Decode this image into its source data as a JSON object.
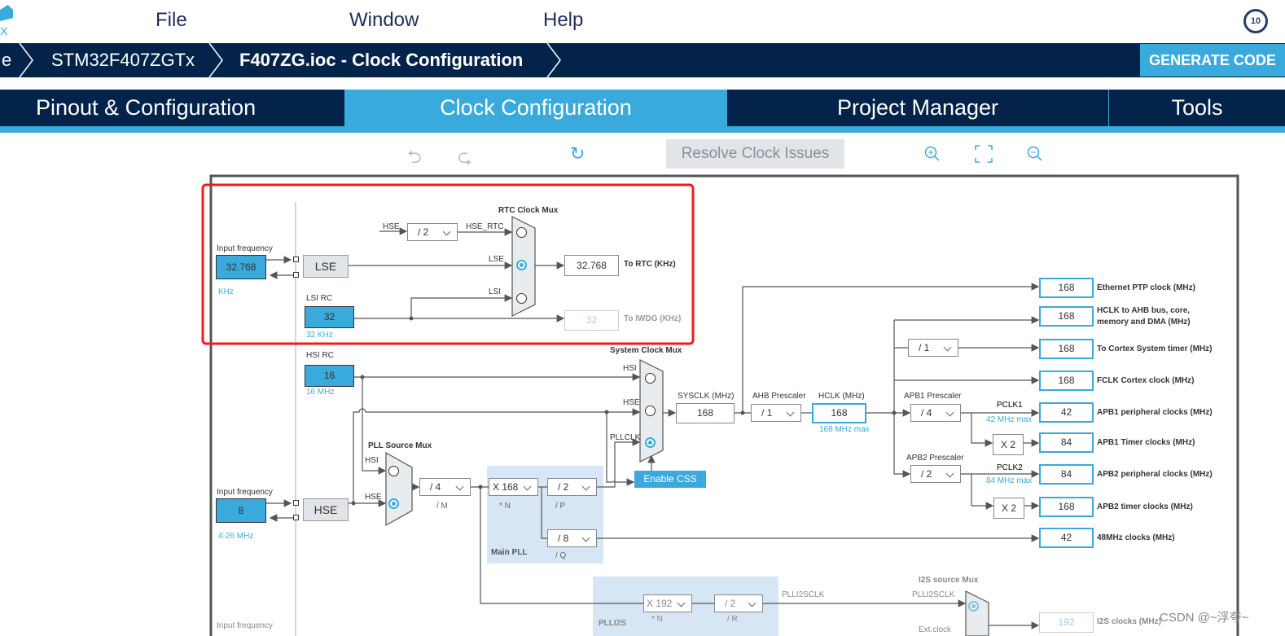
{
  "menu": {
    "file": "File",
    "window": "Window",
    "help": "Help",
    "logo_text": "X"
  },
  "breadcrumb": {
    "items": [
      "e",
      "STM32F407ZGTx",
      "F407ZG.ioc - Clock Configuration"
    ],
    "generate": "GENERATE CODE"
  },
  "tabs": [
    {
      "label": "Pinout & Configuration"
    },
    {
      "label": "Clock Configuration",
      "active": true
    },
    {
      "label": "Project Manager"
    },
    {
      "label": "Tools"
    }
  ],
  "toolbar": {
    "resolve": "Resolve Clock Issues",
    "icons": [
      "undo-icon",
      "redo-icon",
      "refresh-icon",
      "zoom-in-icon",
      "fit-icon",
      "zoom-out-icon"
    ]
  },
  "colors": {
    "navy": "#04234B",
    "accent": "#3AA9DC",
    "highlight": "#FF0000"
  },
  "lse": {
    "input_label": "Input frequency",
    "value": "32.768",
    "unit": "KHz",
    "name": "LSE"
  },
  "lsi": {
    "title": "LSI RC",
    "value": "32",
    "unit": "32 KHz"
  },
  "rtc": {
    "title": "RTC Clock Mux",
    "hse": "HSE",
    "div": "/ 2",
    "hse_rtc": "HSE_RTC",
    "lse": "LSE",
    "lsi": "LSI",
    "out": "32.768",
    "out_label": "To RTC (KHz)",
    "iwdg": "32",
    "iwdg_label": "To IWDG (KHz)"
  },
  "hsi": {
    "title": "HSI RC",
    "value": "16",
    "unit": "16 MHz"
  },
  "hse": {
    "input_label": "Input frequency",
    "value": "8",
    "range": "4-26 MHz",
    "name": "HSE"
  },
  "pll_src": {
    "title": "PLL Source Mux",
    "hsi": "HSI",
    "hse": "HSE"
  },
  "pll": {
    "m": "/ 4",
    "m_label": "/ M",
    "n": "X 168",
    "n_label": "* N",
    "p": "/ 2",
    "p_label": "/ P",
    "q": "/ 8",
    "q_label": "/ Q",
    "title": "Main PLL"
  },
  "sysmux": {
    "title": "System Clock Mux",
    "hsi": "HSI",
    "hse": "HSE",
    "pllclk": "PLLCLK",
    "css": "Enable CSS"
  },
  "sysclk": {
    "label": "SYSCLK (MHz)",
    "value": "168"
  },
  "ahb": {
    "label": "AHB Prescaler",
    "value": "/ 1"
  },
  "hclk": {
    "label": "HCLK (MHz)",
    "value": "168",
    "max": "168 MHz max"
  },
  "cortex_div": "/ 1",
  "apb1": {
    "label": "APB1 Prescaler",
    "value": "/ 4",
    "pclk": "PCLK1",
    "max": "42 MHz max",
    "x2": "X 2"
  },
  "apb2": {
    "label": "APB2 Prescaler",
    "value": "/ 2",
    "pclk": "PCLK2",
    "max": "84 MHz max",
    "x2": "X 2"
  },
  "outputs": [
    {
      "value": "168",
      "label": "Ethernet PTP clock (MHz)"
    },
    {
      "value": "168",
      "label": "HCLK to AHB bus, core, memory and DMA (MHz)"
    },
    {
      "value": "168",
      "label": "To Cortex System timer (MHz)"
    },
    {
      "value": "168",
      "label": "FCLK Cortex clock (MHz)"
    },
    {
      "value": "42",
      "label": "APB1 peripheral clocks (MHz)"
    },
    {
      "value": "84",
      "label": "APB1 Timer clocks (MHz)"
    },
    {
      "value": "84",
      "label": "APB2 peripheral clocks (MHz)"
    },
    {
      "value": "168",
      "label": "APB2 timer clocks (MHz)"
    },
    {
      "value": "42",
      "label": "48MHz clocks (MHz)"
    }
  ],
  "plli2s": {
    "n": "X 192",
    "n_label": "* N",
    "r": "/ 2",
    "r_label": "/ R",
    "title": "PLLI2S",
    "clk": "PLLI2SCLK"
  },
  "i2s": {
    "title": "I2S source Mux",
    "in": "PLLI2SCLK",
    "ext": "Ext.clock",
    "value": "192",
    "label": "I2S clocks (MHz)"
  },
  "third_input": "Input frequency",
  "watermark": "CSDN @~浮夸~"
}
